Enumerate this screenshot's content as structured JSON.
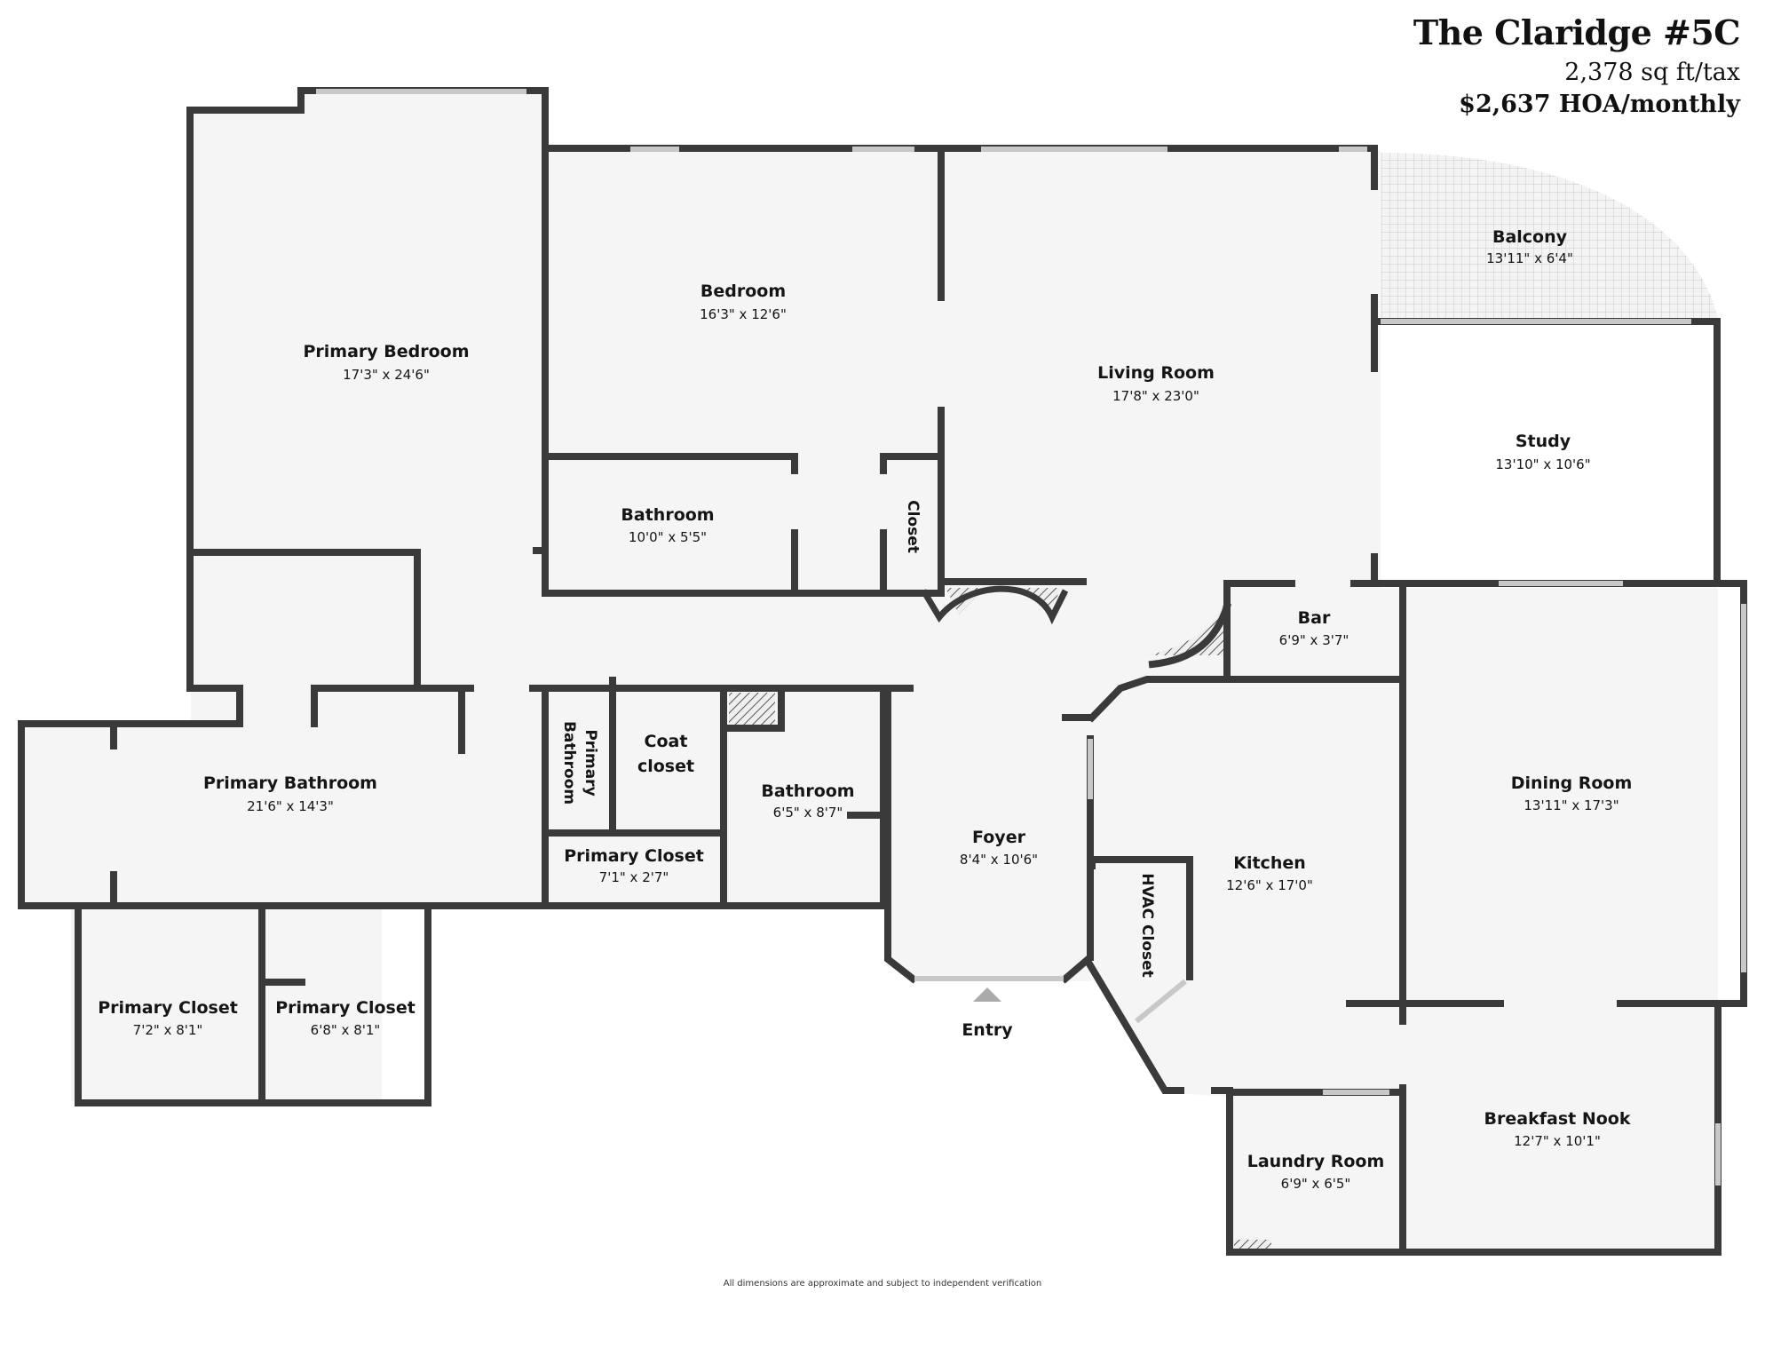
{
  "header": {
    "title": "The Claridge #5C",
    "sqft": "2,378 sq ft/tax",
    "hoa": "$2,637 HOA/monthly"
  },
  "rooms": {
    "primary_bedroom": {
      "name": "Primary Bedroom",
      "dims": "17'3\" x 24'6\""
    },
    "bedroom": {
      "name": "Bedroom",
      "dims": "16'3\" x 12'6\""
    },
    "living_room": {
      "name": "Living Room",
      "dims": "17'8\" x 23'0\""
    },
    "balcony": {
      "name": "Balcony",
      "dims": "13'11\" x 6'4\""
    },
    "study": {
      "name": "Study",
      "dims": "13'10\" x 10'6\""
    },
    "bathroom_upper": {
      "name": "Bathroom",
      "dims": "10'0\" x 5'5\""
    },
    "closet": {
      "name": "Closet"
    },
    "bar": {
      "name": "Bar",
      "dims": "6'9\" x 3'7\""
    },
    "primary_bathroom": {
      "name": "Primary Bathroom",
      "dims": "21'6\" x 14'3\""
    },
    "primary_bathroom_small": {
      "line1": "Primary",
      "line2": "Bathroom"
    },
    "coat_closet": {
      "line1": "Coat",
      "line2": "closet"
    },
    "bathroom_lower": {
      "name": "Bathroom",
      "dims": "6'5\" x 8'7\""
    },
    "primary_closet_small": {
      "name": "Primary Closet",
      "dims": "7'1\" x 2'7\""
    },
    "foyer": {
      "name": "Foyer",
      "dims": "8'4\" x 10'6\""
    },
    "kitchen": {
      "name": "Kitchen",
      "dims": "12'6\" x 17'0\""
    },
    "dining_room": {
      "name": "Dining Room",
      "dims": "13'11\" x 17'3\""
    },
    "hvac_closet": {
      "name": "HVAC Closet"
    },
    "primary_closet_left": {
      "name": "Primary Closet",
      "dims": "7'2\" x 8'1\""
    },
    "primary_closet_right": {
      "name": "Primary Closet",
      "dims": "6'8\" x 8'1\""
    },
    "breakfast_nook": {
      "name": "Breakfast Nook",
      "dims": "12'7\" x 10'1\""
    },
    "laundry_room": {
      "name": "Laundry Room",
      "dims": "6'9\" x 6'5\""
    }
  },
  "entry": {
    "label": "Entry"
  },
  "disclaimer": "All dimensions are approximate and subject to independent verification",
  "colors": {
    "wall": "#3a3a3a",
    "floor": "#f5f5f5",
    "window": "#dddddd",
    "entry_arrow": "#aaaaaa"
  }
}
